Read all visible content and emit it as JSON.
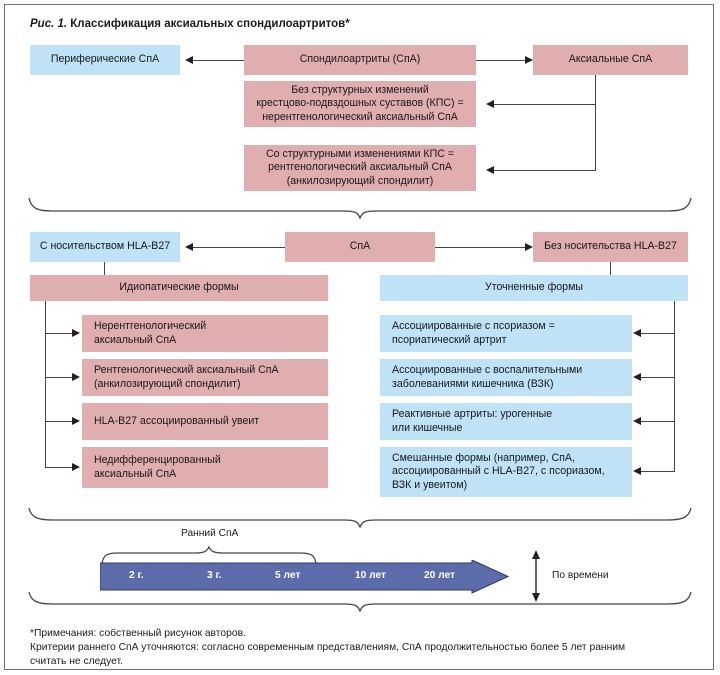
{
  "figure": {
    "label": "Рис. 1.",
    "title": "Классификация аксиальных спондилоартритов*"
  },
  "colors": {
    "pink": "#e0aeae",
    "blue": "#bfe2f7",
    "timeline_blue": "#5c6cab",
    "line": "#4a443e",
    "text": "#17171c"
  },
  "level1": {
    "root": "Спондилоартриты (СпА)",
    "left": "Периферические СпА",
    "right": "Аксиальные СпА",
    "axial_children": [
      "Без структурных изменений\nкрестцово-подвздошных суставов (КПС) =\nнерентгенологический аксиальный СпА",
      "Со структурными изменениями КПС =\nрентгенологический аксиальный СпА\n(анкилозирующий спондилит)"
    ]
  },
  "level2": {
    "root": "СпА",
    "left": "С носительством HLA-B27",
    "right": "Без носительства HLA-B27",
    "left_header": "Идиопатические формы",
    "right_header": "Уточненные формы",
    "left_items": [
      "Нерентгенологический\nаксиальный СпА",
      "Рентгенологический аксиальный СпА\n(анкилозирующий спондилит)",
      "HLA-B27 ассоциированный увеит",
      "Недифференцированный\nаксиальный СпА"
    ],
    "right_items": [
      "Ассоциированные с псориазом =\nпсориатический артрит",
      "Ассоциированные с воспалительными\nзаболеваниями кишечника (ВЗК)",
      "Реактивные артриты:  урогенные\nили кишечные",
      "Смешанные формы (например, СпА,\nассоциированный с HLA-B27, с псориазом,\nВЗК и увеитом)"
    ]
  },
  "timeline": {
    "early_label": "Ранний СпА",
    "ticks": [
      "2 г.",
      "3 г.",
      "5 лет",
      "10 лет",
      "20 лет"
    ],
    "axis_label": "По времени"
  },
  "notes": [
    "*Примечания: собственный рисунок авторов.",
    "Критерии раннего СпА уточняются: согласно современным представлениям, СпА продолжительностью более 5 лет ранним",
    "считать не следует."
  ]
}
